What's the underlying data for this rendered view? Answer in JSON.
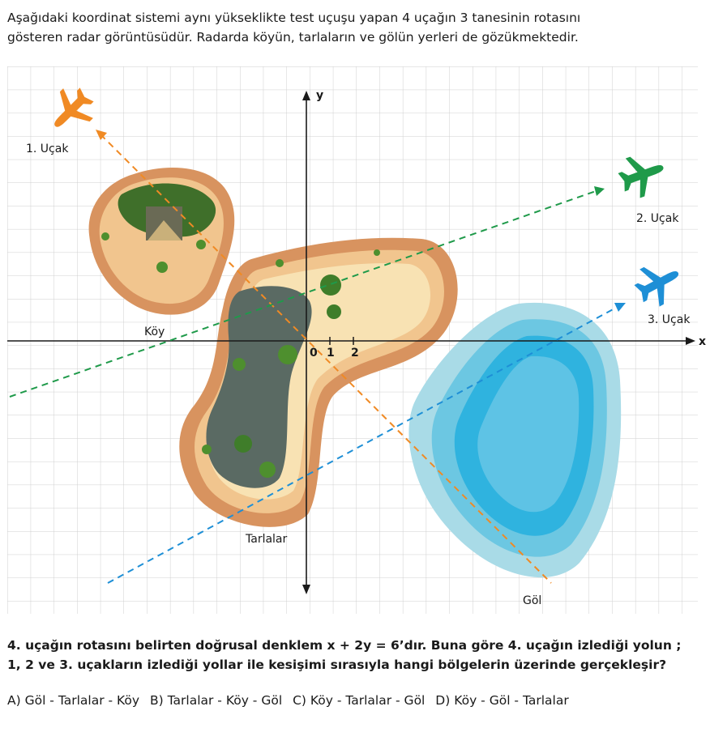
{
  "intro": {
    "line1": "Aşağıdaki koordinat sistemi aynı yükseklikte test uçuşu yapan 4 uçağın 3 tanesinin rotasını",
    "line2": "gösteren radar görüntüsüdür. Radarda köyün, tarlaların ve gölün yerleri de gözükmektedir."
  },
  "diagram": {
    "axis_x_label": "x",
    "axis_y_label": "y",
    "tick_labels": [
      "0",
      "1",
      "2"
    ],
    "places": {
      "village": "Köy",
      "fields": "Tarlalar",
      "lake": "Göl"
    },
    "planes": [
      {
        "label": "1. Uçak",
        "color": "#f08a24",
        "icon": "airplane-icon"
      },
      {
        "label": "2. Uçak",
        "color": "#1f9a4a",
        "icon": "airplane-icon"
      },
      {
        "label": "3. Uçak",
        "color": "#1e8fd6",
        "icon": "airplane-icon"
      }
    ]
  },
  "question": {
    "line1": "4. uçağın rotasını belirten doğrusal denklem x + 2y = 6’dır. Buna göre 4. uçağın izlediği yolun ;",
    "line2": "1, 2 ve 3. uçakların izlediği yollar ile kesişimi sırasıyla hangi bölgelerin üzerinde gerçekleşir?"
  },
  "options": [
    "A)  Göl - Tarlalar - Köy",
    "B)  Tarlalar - Köy - Göl",
    "C)  Köy - Tarlalar - Göl",
    "D)  Köy - Göl - Tarlalar"
  ]
}
